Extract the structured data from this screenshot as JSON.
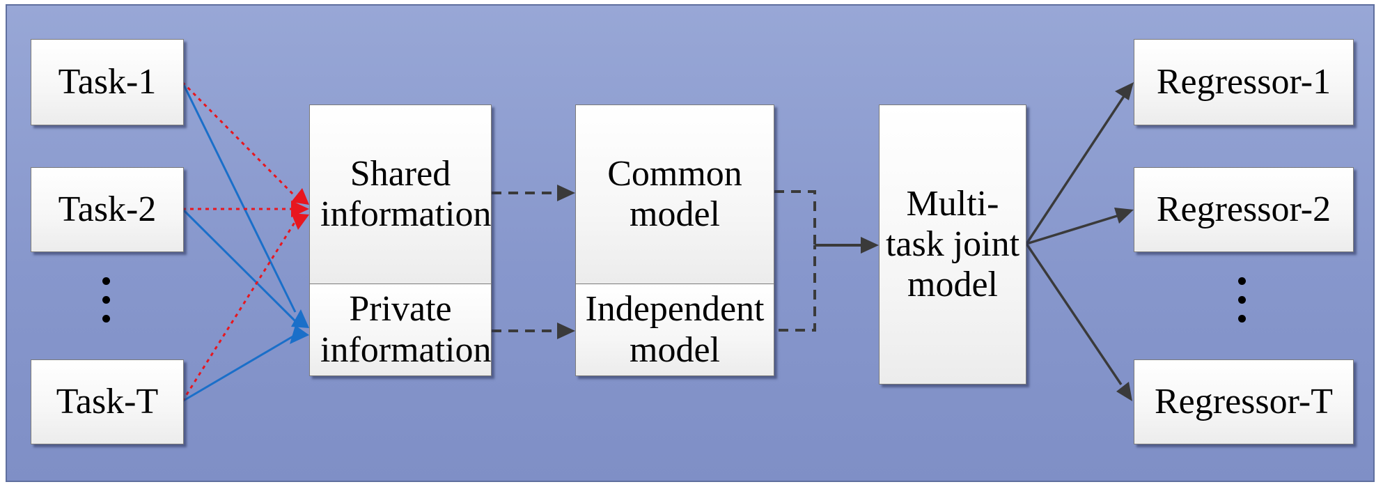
{
  "tasks": [
    "Task-1",
    "Task-2",
    "Task-T"
  ],
  "shared_information": "Shared information",
  "private_information": "Private information",
  "common_model": "Common model",
  "independent_model": "Independent model",
  "joint_model": "Multi-task joint model",
  "regressors": [
    "Regressor-1",
    "Regressor-2",
    "Regressor-T"
  ],
  "colors": {
    "background": "#8797cc",
    "shared_link": "#e8161e",
    "private_link": "#1a6fc9",
    "flow_arrow": "#3a3a3a"
  }
}
